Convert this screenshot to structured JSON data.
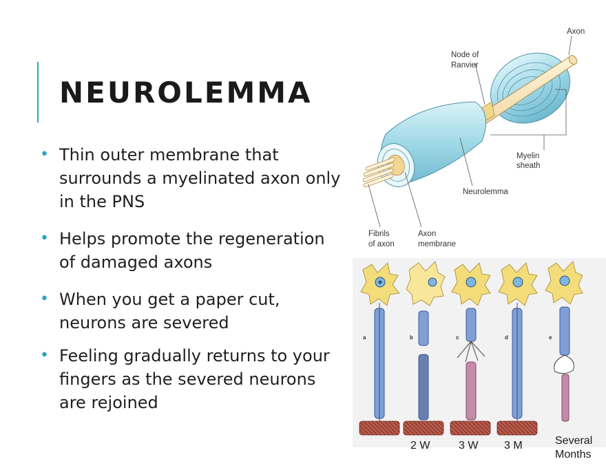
{
  "slide": {
    "title": "NEUROLEMMA",
    "bullets": [
      "Thin outer membrane that surrounds a myelinated axon only in the PNS",
      "Helps promote the regeneration of damaged axons",
      "When you get a paper cut, neurons are severed",
      "Feeling gradually returns to your fingers as the severed neurons are rejoined"
    ],
    "accent_color": "#2aa2c8"
  },
  "axon_diagram": {
    "labels": {
      "axon": "Axon",
      "node_line1": "Node of",
      "node_line2": "Ranvier",
      "myelin_line1": "Myelin",
      "myelin_line2": "sheath",
      "neurolemma": "Neurolemma",
      "fibrils_line1": "Fibrils",
      "fibrils_line2": "of axon",
      "membrane_line1": "Axon",
      "membrane_line2": "membrane"
    }
  },
  "regeneration_diagram": {
    "panels": [
      "a",
      "b",
      "c",
      "d",
      "e"
    ],
    "time_labels": {
      "b": "2 W",
      "c": "3 W",
      "d": "3 M",
      "e_line1": "Several",
      "e_line2": "Months"
    }
  }
}
